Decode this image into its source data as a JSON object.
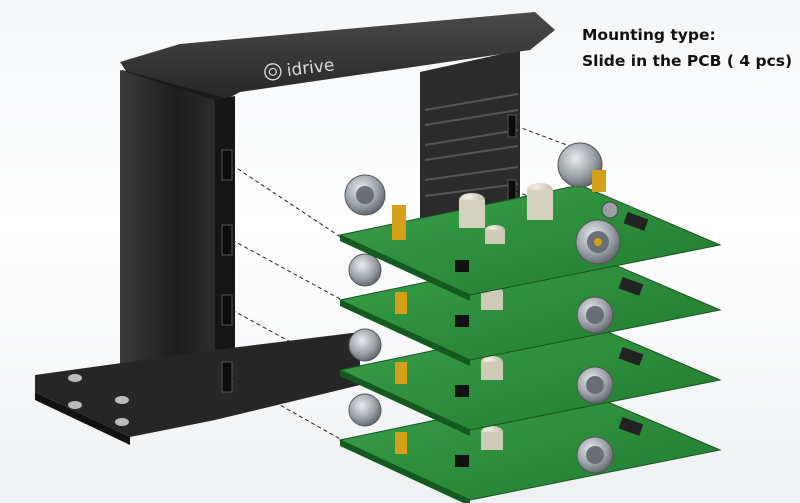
{
  "caption": {
    "line1": "Mounting type:",
    "line2": "Slide in the PCB ( 4 pcs)"
  },
  "bracket": {
    "logo_text": "idrive"
  },
  "pcb_count": 4,
  "colors": {
    "bracket": "#2a2a2a",
    "pcb": "#2e8b3a",
    "copper_pad": "#d4a017",
    "connector": "#8a8f96"
  }
}
